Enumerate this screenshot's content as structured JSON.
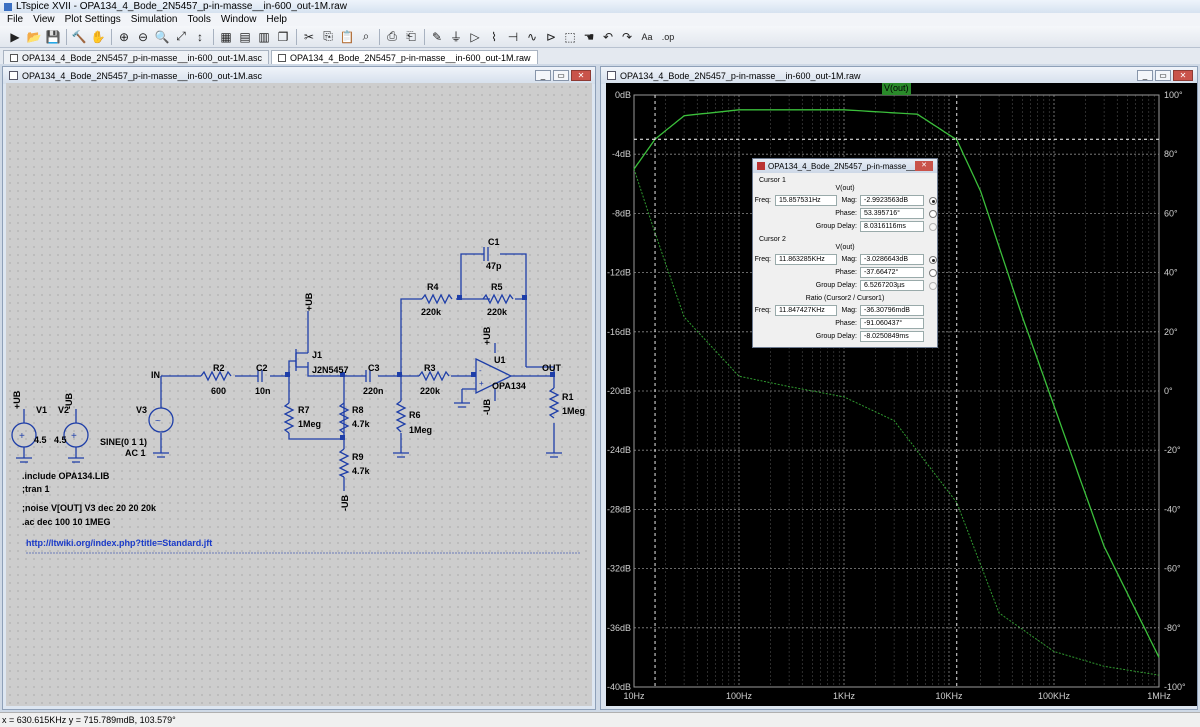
{
  "window": {
    "title": "LTspice XVII - OPA134_4_Bode_2N5457_p-in-masse__in-600_out-1M.raw"
  },
  "menu": [
    "File",
    "View",
    "Plot Settings",
    "Simulation",
    "Tools",
    "Window",
    "Help"
  ],
  "toolbar_icons": [
    "run-icon",
    "open-icon",
    "save-icon",
    "hammer-icon",
    "run-stop-icon",
    "zoom-in-icon",
    "zoom-out-icon",
    "zoom-area-icon",
    "zoom-fit-icon",
    "autorange-icon",
    "grid-icon",
    "tile-horizontal-icon",
    "tile-vertical-icon",
    "cascade-icon",
    "cut-icon",
    "copy-icon",
    "paste-icon",
    "find-icon",
    "print-icon",
    "print-setup-icon",
    "wire-icon",
    "ground-icon",
    "label-icon",
    "resistor-icon",
    "capacitor-icon",
    "inductor-icon",
    "diode-icon",
    "component-icon",
    "hand-icon",
    "undo-icon",
    "redo-icon",
    "text-icon",
    "spice-directive-icon"
  ],
  "tabs": [
    {
      "label": "OPA134_4_Bode_2N5457_p-in-masse__in-600_out-1M.asc"
    },
    {
      "label": "OPA134_4_Bode_2N5457_p-in-masse__in-600_out-1M.raw"
    }
  ],
  "schematic": {
    "title": "OPA134_4_Bode_2N5457_p-in-masse__in-600_out-1M.asc",
    "labels": {
      "v1": "V1",
      "v1_val": "4.5",
      "v2": "V2",
      "v2_val": "4.5",
      "v1_node": "+UB",
      "v2_node": "-UB",
      "v3": "V3",
      "v3_val1": "SINE(0 1 1)",
      "v3_val2": "AC 1",
      "in": "IN",
      "r2": "R2",
      "r2_val": "600",
      "c2": "C2",
      "c2_val": "10n",
      "j1": "J1",
      "j1_val": "J2N5457",
      "j1_node": "+UB",
      "r7": "R7",
      "r7_val": "1Meg",
      "r8": "R8",
      "r8_val": "4.7k",
      "r9": "R9",
      "r9_val": "4.7k",
      "r9_node": "-UB",
      "c3": "C3",
      "c3_val": "220n",
      "r6": "R6",
      "r6_val": "1Meg",
      "r3": "R3",
      "r3_val": "220k",
      "r4": "R4",
      "r4_val": "220k",
      "r5": "R5",
      "r5_val": "220k",
      "c1": "C1",
      "c1_val": "47p",
      "u1": "U1",
      "u1_val": "OPA134",
      "u1_pos": "+UB",
      "u1_neg": "-UB",
      "out": "OUT",
      "r1": "R1",
      "r1_val": "1Meg"
    },
    "directives": [
      ".include OPA134.LIB",
      ";tran 1",
      ";noise V[OUT] V3 dec 20 20 20k",
      ".ac dec 100 10 1MEG"
    ],
    "link": "http://ltwiki.org/index.php?title=Standard.jft"
  },
  "plot": {
    "title": "OPA134_4_Bode_2N5457_p-in-masse__in-600_out-1M.raw",
    "trace_label": "V(out)",
    "trace_color": "#3bbf3b",
    "y_left_ticks": [
      "0dB",
      "-4dB",
      "-8dB",
      "-12dB",
      "-16dB",
      "-20dB",
      "-24dB",
      "-28dB",
      "-32dB",
      "-36dB",
      "-40dB"
    ],
    "y_right_ticks": [
      "100°",
      "80°",
      "60°",
      "40°",
      "20°",
      "0°",
      "-20°",
      "-40°",
      "-60°",
      "-80°",
      "-100°"
    ],
    "x_ticks": [
      "10Hz",
      "100Hz",
      "1KHz",
      "10KHz",
      "100KHz",
      "1MHz"
    ]
  },
  "chart_data": {
    "type": "line",
    "title": "",
    "xlabel": "",
    "ylabel": "",
    "x_scale": "log",
    "xlim": [
      10,
      1000000
    ],
    "ylim": [
      -40,
      0
    ],
    "y2lim": [
      -100,
      100
    ],
    "grid": true,
    "series": [
      {
        "name": "V(out)",
        "axis": "magnitude_dB",
        "x": [
          10,
          15.86,
          30,
          100,
          1000,
          5000,
          11860,
          20000,
          50000,
          100000,
          300000,
          1000000
        ],
        "values": [
          -5.0,
          -2.99,
          -1.4,
          -1.0,
          -1.0,
          -1.3,
          -3.03,
          -6.5,
          -15,
          -21,
          -30.5,
          -38
        ]
      },
      {
        "axis": "phase_deg",
        "x": [
          10,
          15.86,
          30,
          100,
          300,
          1000,
          3000,
          11860,
          30000,
          100000,
          300000,
          1000000
        ],
        "values": [
          75,
          53.4,
          25,
          5,
          1.5,
          -2,
          -10,
          -37.7,
          -75,
          -88,
          -93,
          -96
        ]
      }
    ]
  },
  "cursor_popup": {
    "title": "OPA134_4_Bode_2N5457_p-in-masse__in...",
    "cursor1": {
      "heading": "Cursor 1",
      "signal": "V(out)",
      "freq_label": "Freq:",
      "freq": "15.857531Hz",
      "mag_label": "Mag:",
      "mag": "-2.9923563dB",
      "phase_label": "Phase:",
      "phase": "53.395716°",
      "gd_label": "Group Delay:",
      "gd": "8.0316116ms"
    },
    "cursor2": {
      "heading": "Cursor 2",
      "signal": "V(out)",
      "freq_label": "Freq:",
      "freq": "11.863285KHz",
      "mag_label": "Mag:",
      "mag": "-3.0286643dB",
      "phase_label": "Phase:",
      "phase": "-37.66472°",
      "gd_label": "Group Delay:",
      "gd": "6.5267203µs"
    },
    "ratio": {
      "heading": "Ratio (Cursor2 / Cursor1)",
      "freq_label": "Freq:",
      "freq": "11.847427KHz",
      "mag_label": "Mag:",
      "mag": "-36.30796mdB",
      "phase_label": "Phase:",
      "phase": "-91.060437°",
      "gd_label": "Group Delay:",
      "gd": "-8.0250849ms"
    }
  },
  "status": {
    "text": "x = 630.615KHz   y = 715.789mdB, 103.579°"
  }
}
